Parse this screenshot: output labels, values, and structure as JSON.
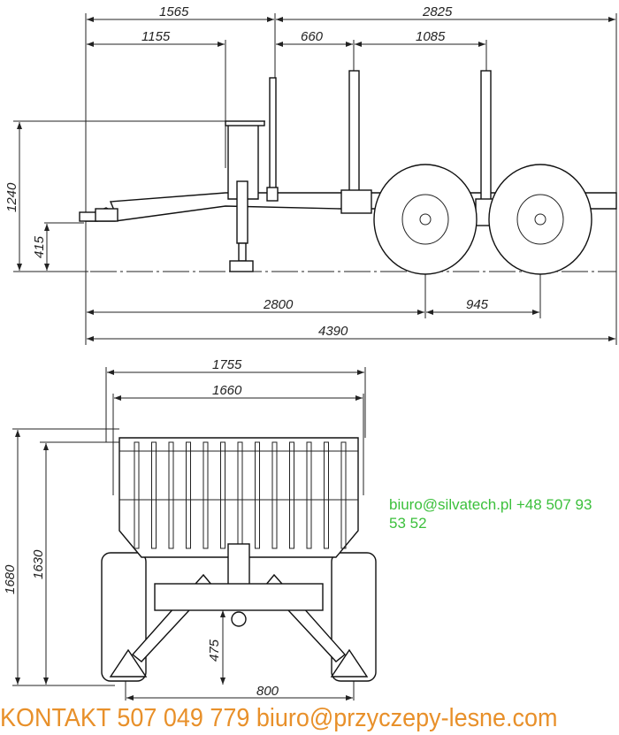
{
  "side_view": {
    "dimensions": {
      "overall_front": "1565",
      "overall_rear": "2825",
      "hitch_to_crane": "1155",
      "crane_to_post1": "660",
      "post1_to_post2": "1085",
      "height_total": "1240",
      "drawbar_height": "415",
      "hitch_to_axle": "2800",
      "axle_spacing": "945",
      "total_length": "4390"
    }
  },
  "front_view": {
    "dimensions": {
      "outer_width": "1755",
      "inner_width": "1660",
      "height_total": "1680",
      "height_frame": "1630",
      "leg_height": "475",
      "track": "800"
    }
  },
  "contact": {
    "label": "KONTAKT  507 049 779   biuro@przyczepy-lesne.com",
    "overlay": "biuro@silvatech.pl +48 507 93 53 52",
    "colors": {
      "primary": "#e8902a",
      "overlay": "#3cc03c"
    }
  }
}
